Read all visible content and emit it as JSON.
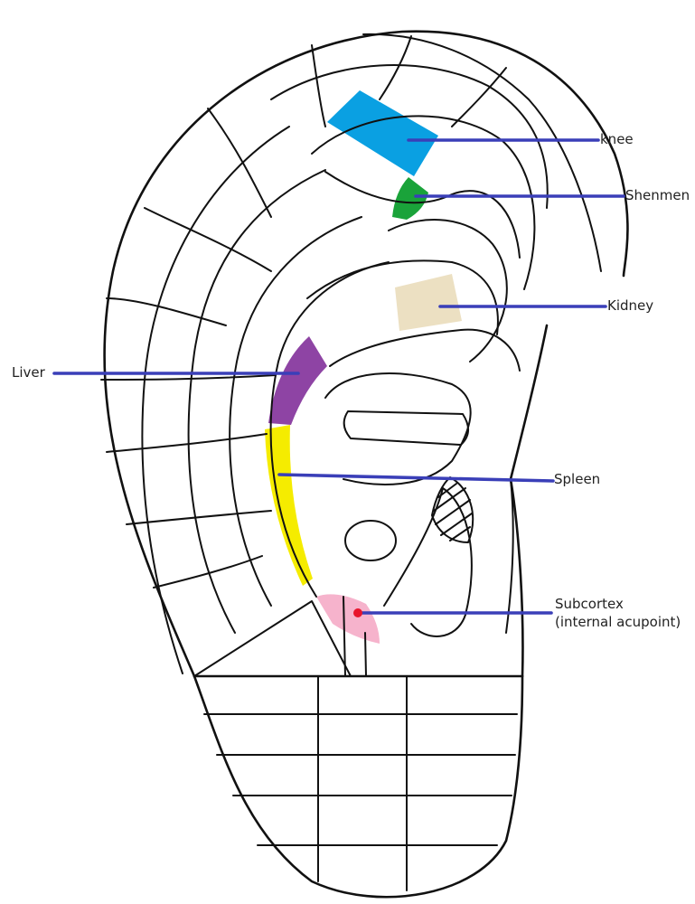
{
  "diagram": {
    "line_color": "#3a3fb8",
    "marker_color": "#e8142c",
    "regions": [
      {
        "id": "knee",
        "label": "knee",
        "color": "#0aa0e2"
      },
      {
        "id": "shenmen",
        "label": "Shenmen",
        "color": "#1aa33a"
      },
      {
        "id": "kidney",
        "label": "Kidney",
        "color": "#ece0c2"
      },
      {
        "id": "liver",
        "label": "Liver",
        "color": "#8e44a4"
      },
      {
        "id": "spleen",
        "label": "Spleen",
        "color": "#f5ec00"
      },
      {
        "id": "subcortex",
        "label_line1": "Subcortex",
        "label_line2": "(internal acupoint)",
        "color": "#f6b3cc"
      }
    ]
  }
}
